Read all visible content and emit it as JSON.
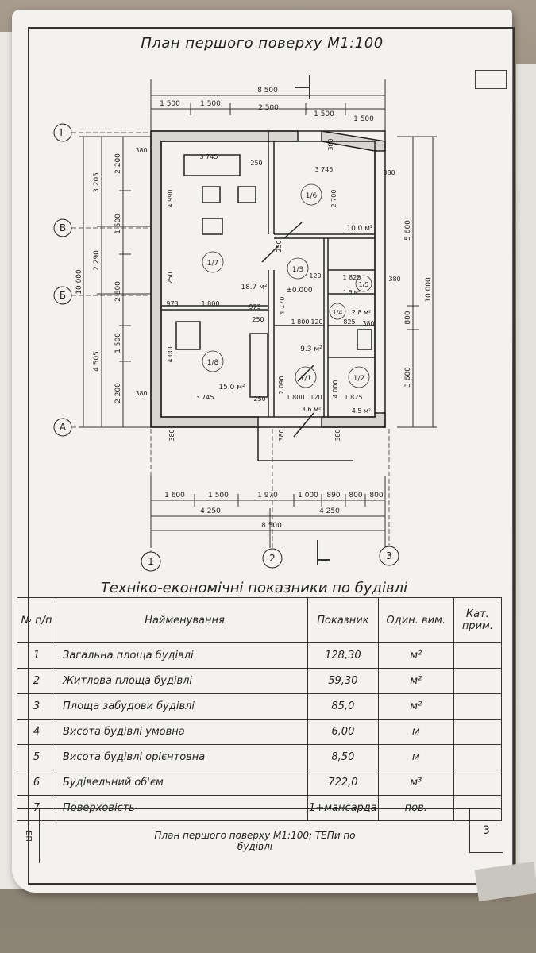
{
  "plan": {
    "title": "План першого поверху М1:100",
    "dims_top": {
      "total": "8 500",
      "segments": [
        "1 500",
        "1 500",
        "2 500",
        "1 500",
        "1 500"
      ]
    },
    "dims_bottom": {
      "segments": [
        "1 600",
        "1 500",
        "1 970",
        "1 000",
        "890",
        "800",
        "800"
      ],
      "halves": [
        "4 250",
        "4 250"
      ],
      "total": "8 500"
    },
    "dims_left": {
      "outer": "10 000",
      "mid": [
        "3 205",
        "2 290",
        "4 505"
      ],
      "inner": [
        "2 200",
        "1 500",
        "2 600",
        "1 500",
        "2 200"
      ]
    },
    "dims_right": {
      "outer": "10 000",
      "inner": [
        "5 600",
        "800",
        "3 600"
      ]
    },
    "axes_rows": [
      "Г",
      "В",
      "Б",
      "А"
    ],
    "axes_cols": [
      "1",
      "2",
      "3"
    ],
    "rooms": [
      {
        "id": "1/7",
        "area": "18.7 м²"
      },
      {
        "id": "1/6",
        "area": "10.0 м²"
      },
      {
        "id": "1/3",
        "area": "±0.000"
      },
      {
        "id": "1/5",
        "area": "1.9 м²"
      },
      {
        "id": "1/4",
        "area": "2.8 м²"
      },
      {
        "id": "1/8",
        "area": "15.0 м²"
      },
      {
        "id": "1/1",
        "area": "9.3 м²"
      },
      {
        "id": "1/2",
        "area": "4.5 м²"
      },
      {
        "id": "",
        "area": "3.6 м²"
      }
    ],
    "labels": {
      "wall": "380",
      "w250": "250",
      "d3745": "3 745",
      "d4990": "4 990",
      "d2700": "2 700",
      "d1800": "1 800",
      "d973": "973",
      "d4170": "4 170",
      "d120": "120",
      "d1825": "1 825",
      "d825": "825",
      "d4000": "4 000",
      "d2090": "2 090"
    }
  },
  "tep": {
    "title": "Техніко-економічні показники по будівлі",
    "headers": {
      "num": "№ п/п",
      "name": "Найменування",
      "value": "Показник",
      "unit": "Один. вим.",
      "note": "Кат. прим."
    },
    "rows": [
      {
        "num": "1",
        "name": "Загальна площа будівлі",
        "value": "128,30",
        "unit": "м²"
      },
      {
        "num": "2",
        "name": "Житлова площа будівлі",
        "value": "59,30",
        "unit": "м²"
      },
      {
        "num": "3",
        "name": "Площа забудови будівлі",
        "value": "85,0",
        "unit": "м²"
      },
      {
        "num": "4",
        "name": "Висота будівлі умовна",
        "value": "6,00",
        "unit": "м"
      },
      {
        "num": "5",
        "name": "Висота будівлі орієнтовна",
        "value": "8,50",
        "unit": "м"
      },
      {
        "num": "6",
        "name": "Будівельний об'єм",
        "value": "722,0",
        "unit": "м³"
      },
      {
        "num": "7",
        "name": "Поверховість",
        "value": "1+мансарда",
        "unit": "пов."
      }
    ]
  },
  "stamp": {
    "code": "ЕП",
    "title_line1": "План першого поверху М1:100; ТЕПи по",
    "title_line2": "будівлі",
    "page": "3"
  }
}
